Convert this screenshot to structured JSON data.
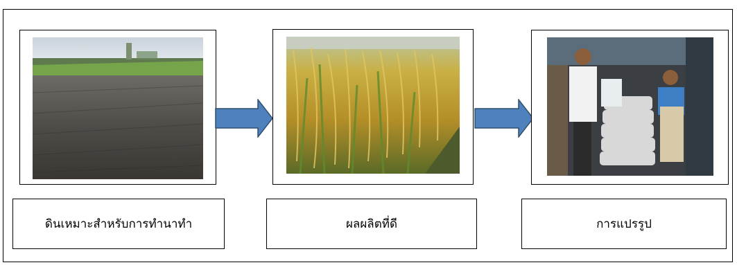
{
  "steps": [
    {
      "label": "ดินเหมาะสำหรับการทำนาทำ",
      "image": "plowed-field-photo"
    },
    {
      "label": "ผลผลิตที่ดี",
      "image": "rice-plants-photo"
    },
    {
      "label": "การแปรรูป",
      "image": "rice-shop-photo"
    }
  ],
  "arrows": [
    "arrow-right",
    "arrow-right"
  ],
  "colors": {
    "arrow_fill": "#4f81bd",
    "arrow_stroke": "#2f4f6f",
    "border": "#000000"
  }
}
